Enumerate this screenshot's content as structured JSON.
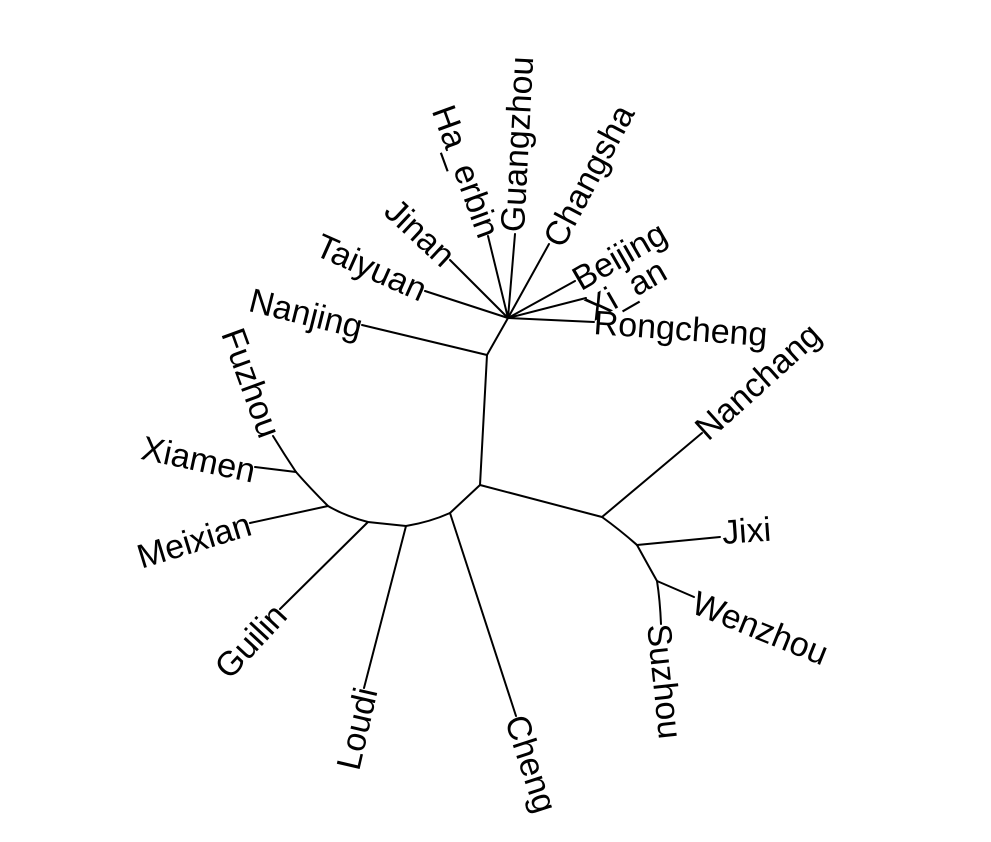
{
  "tree": {
    "type": "unrooted-tree",
    "line_color": "#000000",
    "tips": {
      "beijing": "Beijing",
      "xi_an": "Xi_an",
      "rongcheng": "Rongcheng",
      "changsha": "Changsha",
      "guangzhou": "Guangzhou",
      "ha_erbin": "Ha_erbin",
      "jinan": "Jinan",
      "taiyuan": "Taiyuan",
      "nanjing": "Nanjing",
      "fuzhou": "Fuzhou",
      "xiamen": "Xiamen",
      "meixian": "Meixian",
      "guilin": "Guilin",
      "loudi": "Loudi",
      "cheng": "Cheng",
      "nanchang": "Nanchang",
      "jixi": "Jixi",
      "wenzhou": "Wenzhou",
      "suzhou": "Suzhou"
    }
  }
}
